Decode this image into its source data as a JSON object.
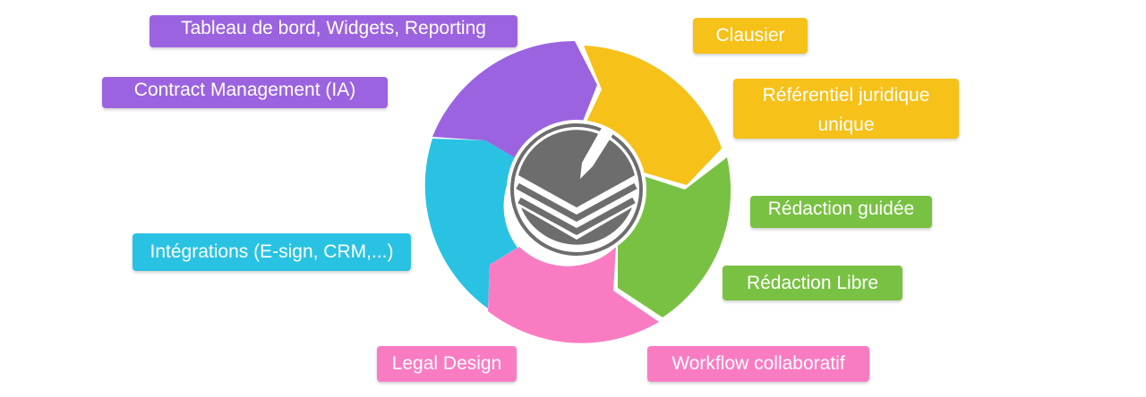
{
  "colors": {
    "purple": "#9b63e0",
    "yellow": "#f6c118",
    "green": "#79c143",
    "pink": "#f97cc3",
    "cyan": "#29c2e2",
    "center_icon": "#6d6d6d"
  },
  "center": {
    "icon": "pen-nib-layers-logo-icon"
  },
  "labels": {
    "reporting": "Tableau de bord, Widgets, Reporting",
    "contract_management": "Contract Management (IA)",
    "clausier": "Clausier",
    "referentiel": "Référentiel juridique unique",
    "redaction_guidee": "Rédaction guidée",
    "redaction_libre": "Rédaction Libre",
    "workflow": "Workflow collaboratif",
    "legal_design": "Legal Design",
    "integrations": "Intégrations (E-sign, CRM,...)"
  }
}
